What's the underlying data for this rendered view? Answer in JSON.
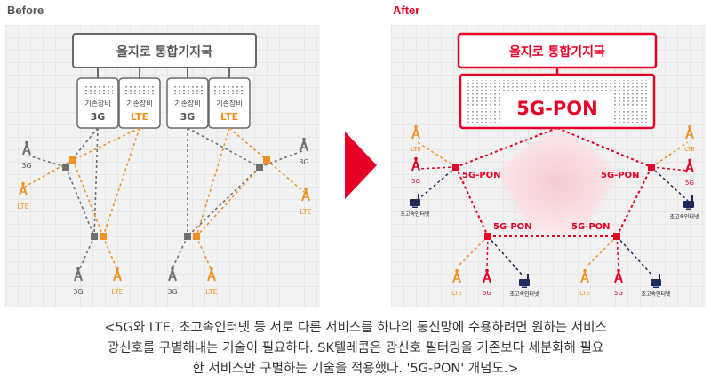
{
  "before": {
    "title": "Before",
    "station": "을지로 통합기지국",
    "equipment": [
      {
        "label": "기존장비",
        "tech": "3G"
      },
      {
        "label": "기존장비",
        "tech": "LTE"
      },
      {
        "label": "기존장비",
        "tech": "3G"
      },
      {
        "label": "기존장비",
        "tech": "LTE"
      }
    ],
    "towers": [
      "3G",
      "LTE",
      "3G",
      "LTE",
      "3G",
      "LTE",
      "3G",
      "LTE"
    ]
  },
  "after": {
    "title": "After",
    "station": "을지로 통합기지국",
    "equipment_label": "5G-PON",
    "nodes": [
      "5G-PON",
      "5G-PON",
      "5G-PON",
      "5G-PON"
    ],
    "endpoints": [
      "LTE",
      "5G",
      "초고속인터넷",
      "LTE",
      "5G",
      "초고속인터넷",
      "LTE",
      "5G",
      "초고속인터넷",
      "LTE",
      "5G",
      "초고속인터넷"
    ]
  },
  "caption": [
    "<5G와 LTE, 초고속인터넷 등 서로 다른 서비스를 하나의 통신망에 수용하려면 원하는 서비스",
    "광신호를 구별해내는 기술이 필요하다. SK텔레콤은 광신호 필터링을 기존보다 세분화해 필요",
    "한 서비스만 구별하는 기술을 적용했다. '5G-PON' 개념도.>"
  ],
  "colors": {
    "accent_red": "#e60026",
    "orange": "#f39224",
    "gray": "#707070",
    "navy": "#1f2a5c"
  }
}
